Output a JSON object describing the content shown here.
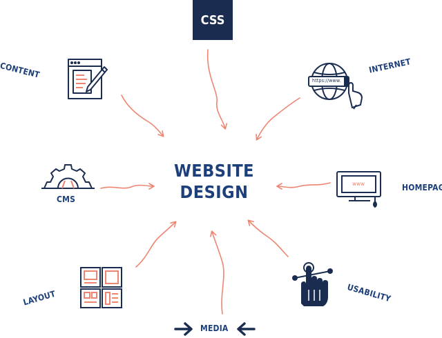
{
  "center_title": {
    "line1": "WEBSITE",
    "line2": "DESIGN"
  },
  "nodes": {
    "css": "CSS",
    "content": "CONTENT",
    "internet": "INTERNET",
    "url_text": "https://www.",
    "cms": "CMS",
    "homepage": "HOMEPAGE",
    "monitor_text": "www",
    "layout": "LAYOUT",
    "usability": "USABILITY",
    "media": "MEDIA"
  },
  "colors": {
    "navy": "#1d3f7a",
    "salmon": "#ee8570",
    "dark": "#1a2d50"
  }
}
